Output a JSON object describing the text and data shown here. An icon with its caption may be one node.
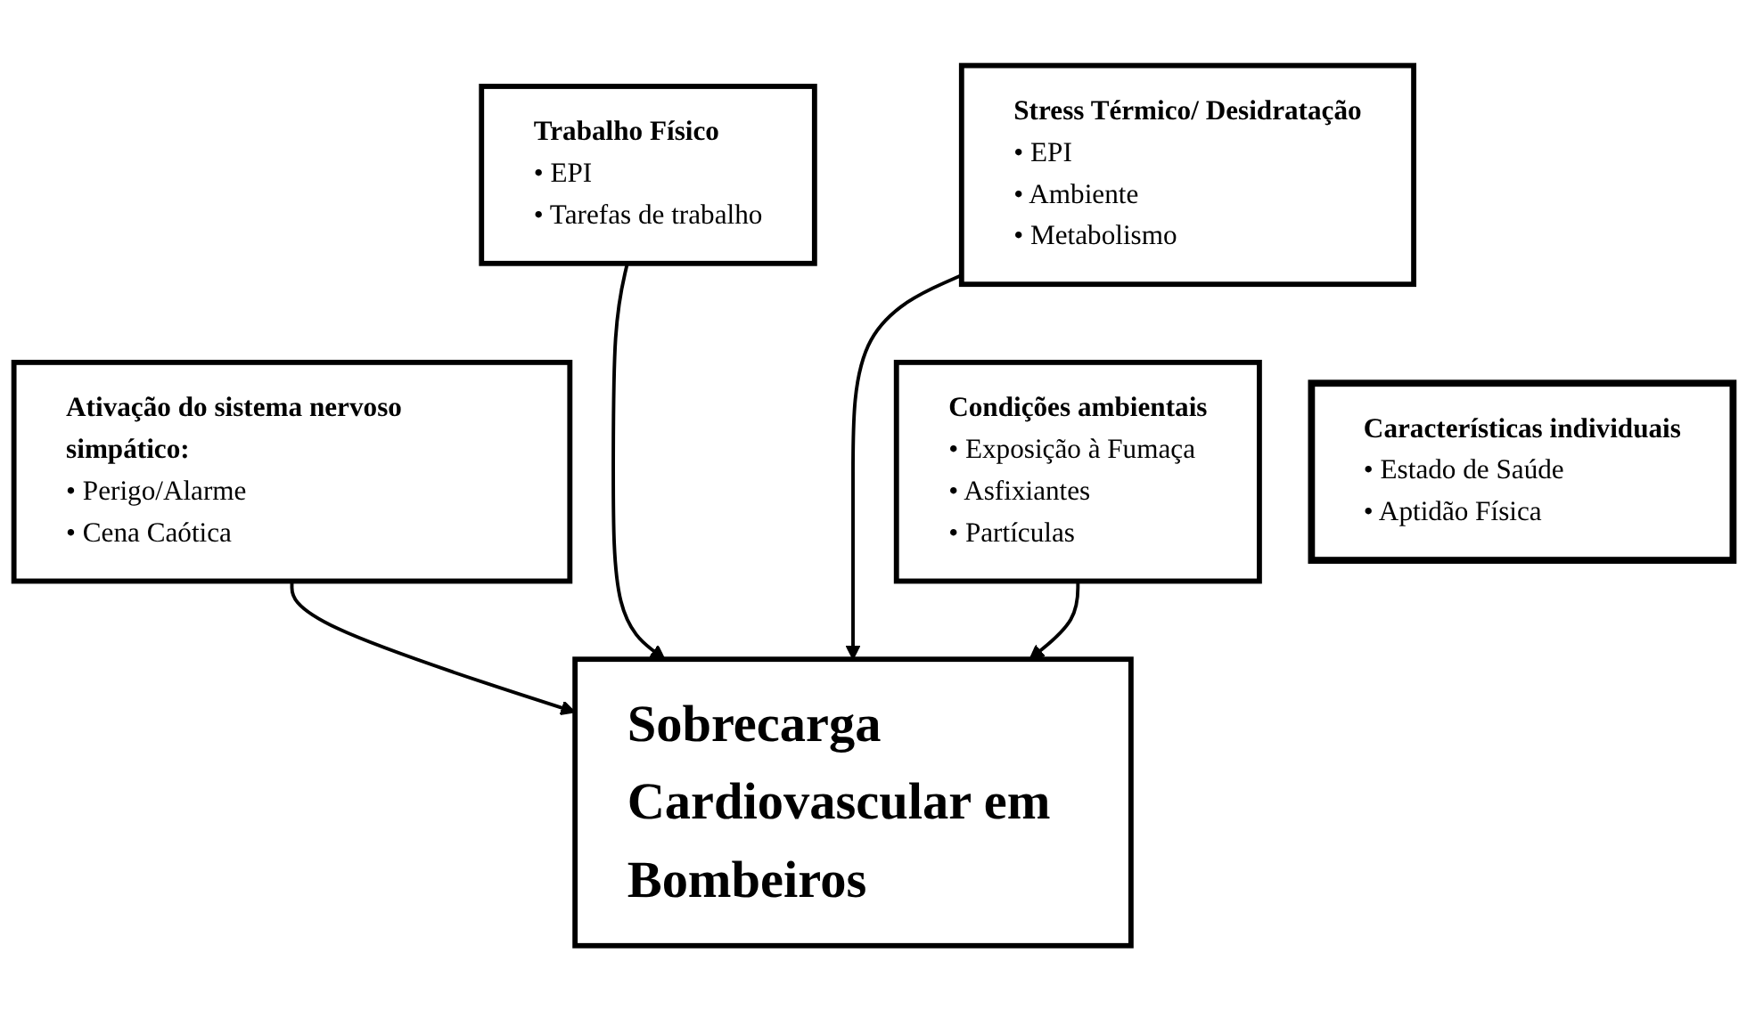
{
  "diagram": {
    "nodes": [
      {
        "text": [
          "Ativação do sistema nervoso simpático:",
          "• Perigo/Alarme",
          "• Cena Caótica"
        ]
      },
      {
        "text": [
          "Trabalho Físico",
          "• EPI",
          "• Tarefas de trabalho"
        ]
      },
      {
        "text": [
          "Stress Térmico/ Desidratação",
          "• EPI",
          "• Ambiente",
          "• Metabolismo"
        ]
      },
      {
        "text": [
          "Condições ambientais",
          "• Exposição à Fumaça",
          "• Asfixiantes",
          "• Partículas"
        ]
      },
      {
        "text": [
          "Características individuais",
          "• Estado de Saúde",
          "• Aptidão Física"
        ]
      },
      {
        "text": [
          "Sobrecarga Cardiovascular em Bombeiros"
        ]
      }
    ],
    "edges": [
      {
        "from": 0,
        "to": 5,
        "arrow": "to"
      },
      {
        "from": 1,
        "to": 5,
        "arrow": "to"
      },
      {
        "from": 2,
        "to": 5,
        "arrow": "to"
      },
      {
        "from": 3,
        "to": 5,
        "arrow": "to"
      }
    ]
  }
}
